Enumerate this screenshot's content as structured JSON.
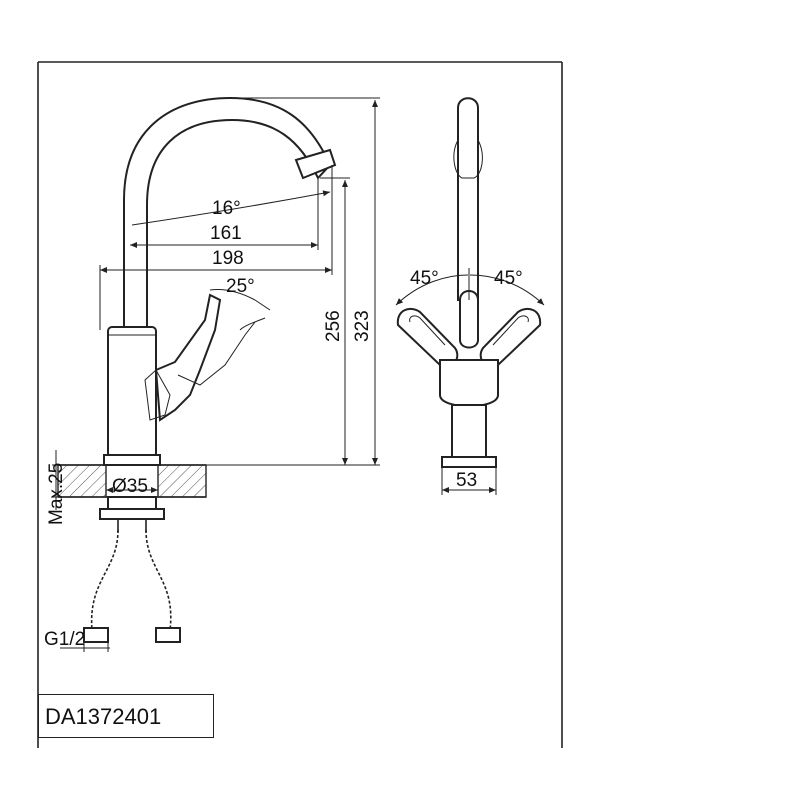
{
  "drawing": {
    "spout_angle": "16°",
    "dim_spout_reach_inner": "161",
    "dim_spout_reach_outer": "198",
    "handle_angle": "25°",
    "dim_spout_height": "256",
    "dim_total_height": "323",
    "dim_mount_thickness": "Max.25",
    "dim_hole_diameter": "Ø35",
    "dim_connection_thread": "G1/2",
    "side_angle_left": "45°",
    "side_angle_right": "45°",
    "dim_base_width": "53"
  },
  "product": {
    "code": "DA1372401"
  }
}
